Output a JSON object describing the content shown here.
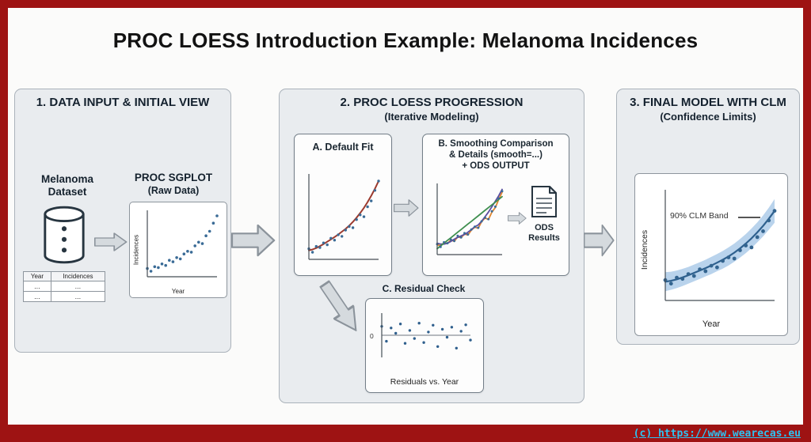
{
  "page": {
    "title": "PROC LOESS Introduction Example: Melanoma Incidences",
    "footer": "(c) https://www.wearecas.eu"
  },
  "colors": {
    "frame_red": "#9e1313",
    "panel_gray": "#e9ecef",
    "scatter_blue": "#3a6b96",
    "loess_fit_red": "#9c3a2e",
    "smooth_orange": "#e0862e",
    "smooth_purple": "#5b4ea0",
    "smooth_green": "#3f8f4f",
    "clm_band_blue": "#b9d3ec",
    "clm_line_blue": "#2e608e",
    "footer_cyan": "#2cc3f2"
  },
  "panel1": {
    "title": "1. DATA INPUT & INITIAL VIEW",
    "dataset_label": "Melanoma Dataset",
    "table": {
      "headers": [
        "Year",
        "Incidences"
      ],
      "rows": [
        [
          "...",
          "..."
        ],
        [
          "...",
          "..."
        ]
      ]
    },
    "sgplot_label_line1": "PROC SGPLOT",
    "sgplot_label_line2": "(Raw Data)"
  },
  "panel2": {
    "title_line1": "2. PROC LOESS PROGRESSION",
    "title_line2": "(Iterative Modeling)",
    "box_a": {
      "title": "A. Default Fit"
    },
    "box_b": {
      "title_line1": "B. Smoothing Comparison",
      "title_line2": "& Details (smooth=...)",
      "title_line3": "+ ODS OUTPUT",
      "ods_label": "ODS Results"
    },
    "box_c": {
      "title": "C. Residual Check",
      "caption": "Residuals vs. Year",
      "zero_label": "0"
    }
  },
  "panel3": {
    "title_line1": "3. FINAL MODEL WITH CLM",
    "title_line2": "(Confidence Limits)",
    "annotation": "90% CLM Band"
  },
  "chart_data": {
    "sgplot_raw": {
      "type": "scatter",
      "xlabel": "Year",
      "ylabel": "Incidences",
      "x": [
        1,
        2,
        3,
        4,
        5,
        6,
        7,
        8,
        9,
        10,
        11,
        12,
        13,
        14,
        15,
        16,
        17,
        18,
        19,
        20
      ],
      "points": [
        1.05,
        0.9,
        1.15,
        1.1,
        1.3,
        1.22,
        1.5,
        1.42,
        1.65,
        1.58,
        1.85,
        2.0,
        1.95,
        2.3,
        2.5,
        2.42,
        2.85,
        3.1,
        3.55,
        3.95
      ],
      "point_color": "#3a6b96",
      "point_r": 1.8
    },
    "default_fit": {
      "type": "scatter+line",
      "x": [
        1,
        2,
        3,
        4,
        5,
        6,
        7,
        8,
        9,
        10,
        11,
        12,
        13,
        14,
        15,
        16,
        17,
        18,
        19,
        20
      ],
      "points": [
        1.05,
        0.9,
        1.15,
        1.1,
        1.3,
        1.22,
        1.5,
        1.42,
        1.65,
        1.58,
        1.85,
        2.0,
        1.95,
        2.3,
        2.5,
        2.42,
        2.85,
        3.1,
        3.55,
        3.95
      ],
      "point_color": "#3a6b96",
      "point_r": 1.7,
      "series": [
        {
          "name": "loess-default-fit",
          "color": "#9c3a2e",
          "width": 2,
          "values": [
            0.98,
            1.02,
            1.08,
            1.16,
            1.25,
            1.35,
            1.45,
            1.55,
            1.66,
            1.78,
            1.9,
            2.04,
            2.2,
            2.38,
            2.58,
            2.8,
            3.05,
            3.32,
            3.62,
            3.95
          ]
        }
      ]
    },
    "smoothing_comparison": {
      "type": "multi-line",
      "x": [
        1,
        2,
        3,
        4,
        5,
        6,
        7,
        8,
        9,
        10,
        11,
        12,
        13,
        14,
        15,
        16,
        17,
        18,
        19,
        20
      ],
      "points": [
        1.05,
        0.9,
        1.15,
        1.1,
        1.3,
        1.22,
        1.5,
        1.42,
        1.65,
        1.58,
        1.85,
        2.0,
        1.95,
        2.3,
        2.5,
        2.42,
        2.85,
        3.1,
        3.55,
        3.95
      ],
      "point_color": "#3a6b96",
      "point_r": 1.5,
      "series": [
        {
          "name": "smooth-low-wiggly",
          "color": "#e0862e",
          "width": 1.8,
          "values": [
            1.02,
            0.95,
            1.12,
            1.08,
            1.28,
            1.2,
            1.45,
            1.4,
            1.6,
            1.55,
            1.82,
            1.98,
            1.92,
            2.28,
            2.48,
            2.4,
            2.8,
            3.05,
            3.5,
            3.9
          ]
        },
        {
          "name": "smooth-mid",
          "color": "#5b4ea0",
          "width": 1.8,
          "values": [
            1.1,
            1.05,
            1.05,
            1.1,
            1.2,
            1.32,
            1.42,
            1.5,
            1.58,
            1.7,
            1.85,
            2.0,
            2.1,
            2.3,
            2.55,
            2.8,
            3.1,
            3.4,
            3.7,
            4.05
          ]
        },
        {
          "name": "smooth-high-linear",
          "color": "#3f8f4f",
          "width": 1.8,
          "values": [
            0.8,
            0.95,
            1.1,
            1.25,
            1.4,
            1.55,
            1.7,
            1.85,
            2.0,
            2.15,
            2.3,
            2.45,
            2.6,
            2.75,
            2.9,
            3.05,
            3.2,
            3.35,
            3.5,
            3.65
          ]
        }
      ]
    },
    "residual_check": {
      "type": "scatter",
      "caption": "Residuals vs. Year",
      "x": [
        1,
        2,
        3,
        4,
        5,
        6,
        7,
        8,
        9,
        10,
        11,
        12,
        13,
        14,
        15,
        16,
        17,
        18,
        19,
        20
      ],
      "points": [
        0.22,
        -0.15,
        0.18,
        0.05,
        0.28,
        -0.2,
        0.12,
        -0.08,
        0.3,
        -0.18,
        0.08,
        0.25,
        -0.28,
        0.15,
        -0.05,
        0.2,
        -0.32,
        0.1,
        0.26,
        -0.12
      ],
      "point_color": "#2f5f8d",
      "point_r": 1.7,
      "zero_line": true,
      "ylim": [
        -0.55,
        0.55
      ],
      "axes": "left"
    },
    "final_clm": {
      "type": "line+band+scatter",
      "xlabel": "Year",
      "ylabel": "Incidences",
      "x": [
        1,
        2,
        3,
        4,
        5,
        6,
        7,
        8,
        9,
        10,
        11,
        12,
        13,
        14,
        15,
        16,
        17,
        18,
        19,
        20
      ],
      "points": [
        1.05,
        0.9,
        1.15,
        1.1,
        1.3,
        1.22,
        1.5,
        1.42,
        1.65,
        1.58,
        1.85,
        2.0,
        1.95,
        2.3,
        2.5,
        2.42,
        2.85,
        3.1,
        3.55,
        3.95
      ],
      "point_color": "#33648f",
      "point_r": 2.4,
      "series": [
        {
          "name": "loess-fit",
          "color": "#2e608e",
          "width": 2.2,
          "values": [
            0.98,
            1.02,
            1.08,
            1.16,
            1.25,
            1.35,
            1.45,
            1.55,
            1.66,
            1.78,
            1.9,
            2.04,
            2.2,
            2.38,
            2.58,
            2.8,
            3.05,
            3.32,
            3.62,
            3.95
          ]
        }
      ],
      "band": {
        "name": "90% CLM Band",
        "color": "#b9d3ec",
        "upper": [
          1.38,
          1.4,
          1.45,
          1.52,
          1.6,
          1.7,
          1.8,
          1.9,
          2.02,
          2.14,
          2.27,
          2.42,
          2.58,
          2.77,
          2.98,
          3.21,
          3.47,
          3.76,
          4.08,
          4.45
        ],
        "lower": [
          0.58,
          0.64,
          0.71,
          0.8,
          0.9,
          1.0,
          1.1,
          1.2,
          1.3,
          1.42,
          1.53,
          1.66,
          1.82,
          1.99,
          2.18,
          2.39,
          2.63,
          2.88,
          3.16,
          3.45
        ]
      }
    }
  }
}
